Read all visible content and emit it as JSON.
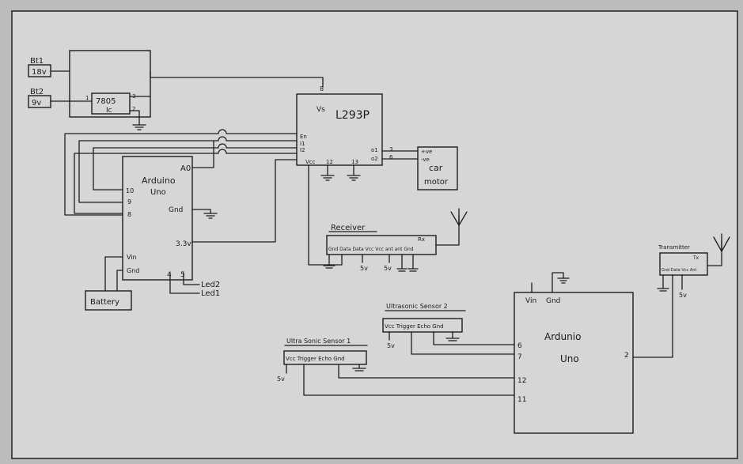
{
  "batteries": {
    "bt1": {
      "name": "Bt1",
      "voltage": "18v"
    },
    "bt2": {
      "name": "Bt2",
      "voltage": "9v"
    }
  },
  "regulator": {
    "line1": "7805",
    "line2": "Ic",
    "pin1": "1",
    "pin2": "2",
    "pin3": "3"
  },
  "driver": {
    "name": "L293P",
    "pin_vs_num": "8",
    "pin_vs": "Vs",
    "pin_en": "En",
    "pin_i1": "I1",
    "pin_i2": "I2",
    "pin_vcc": "Vcc",
    "pin_12": "12",
    "pin_13": "13",
    "pin_o1": "o1",
    "pin_o2": "o2",
    "pin_3": "3",
    "pin_6": "6"
  },
  "motor": {
    "line1": "car",
    "line2": "motor",
    "pos": "+ve",
    "neg": "-ve"
  },
  "arduino1": {
    "line1": "Arduino",
    "line2": "Uno",
    "pin_a0": "A0",
    "pin_10": "10",
    "pin_9": "9",
    "pin_8": "8",
    "pin_gnd": "Gnd",
    "pin_33v": "3.3v",
    "pin_vin": "Vin",
    "pin_gnd2": "Gnd",
    "pin_4": "4",
    "pin_5": "5"
  },
  "leds": {
    "led2": "Led2",
    "led1": "Led1"
  },
  "battery": {
    "label": "Battery"
  },
  "receiver": {
    "title": "Receiver",
    "rx": "Rx",
    "pins": "Gnd Data Data Vcc   Vcc ant ant Gnd",
    "v1": "5v",
    "v2": "5v"
  },
  "transmitter": {
    "title": "Transmitter",
    "tx": "Tx",
    "pins": "Gnd Data Vcc Ant",
    "v": "5v"
  },
  "ultrasonic2": {
    "title": "Ultrasonic Sensor 2",
    "pins": "Vcc Trigger Echo Gnd",
    "v": "5v"
  },
  "ultrasonic1": {
    "title": "Ultra Sonic Sensor 1",
    "pins": "Vcc Trigger Echo Gnd",
    "v": "5v"
  },
  "arduino2": {
    "line1": "Ardunio",
    "line2": "Uno",
    "pin_vin": "Vin",
    "pin_gnd": "Gnd",
    "pin_6": "6",
    "pin_7": "7",
    "pin_12": "12",
    "pin_11": "11",
    "pin_2": "2"
  }
}
